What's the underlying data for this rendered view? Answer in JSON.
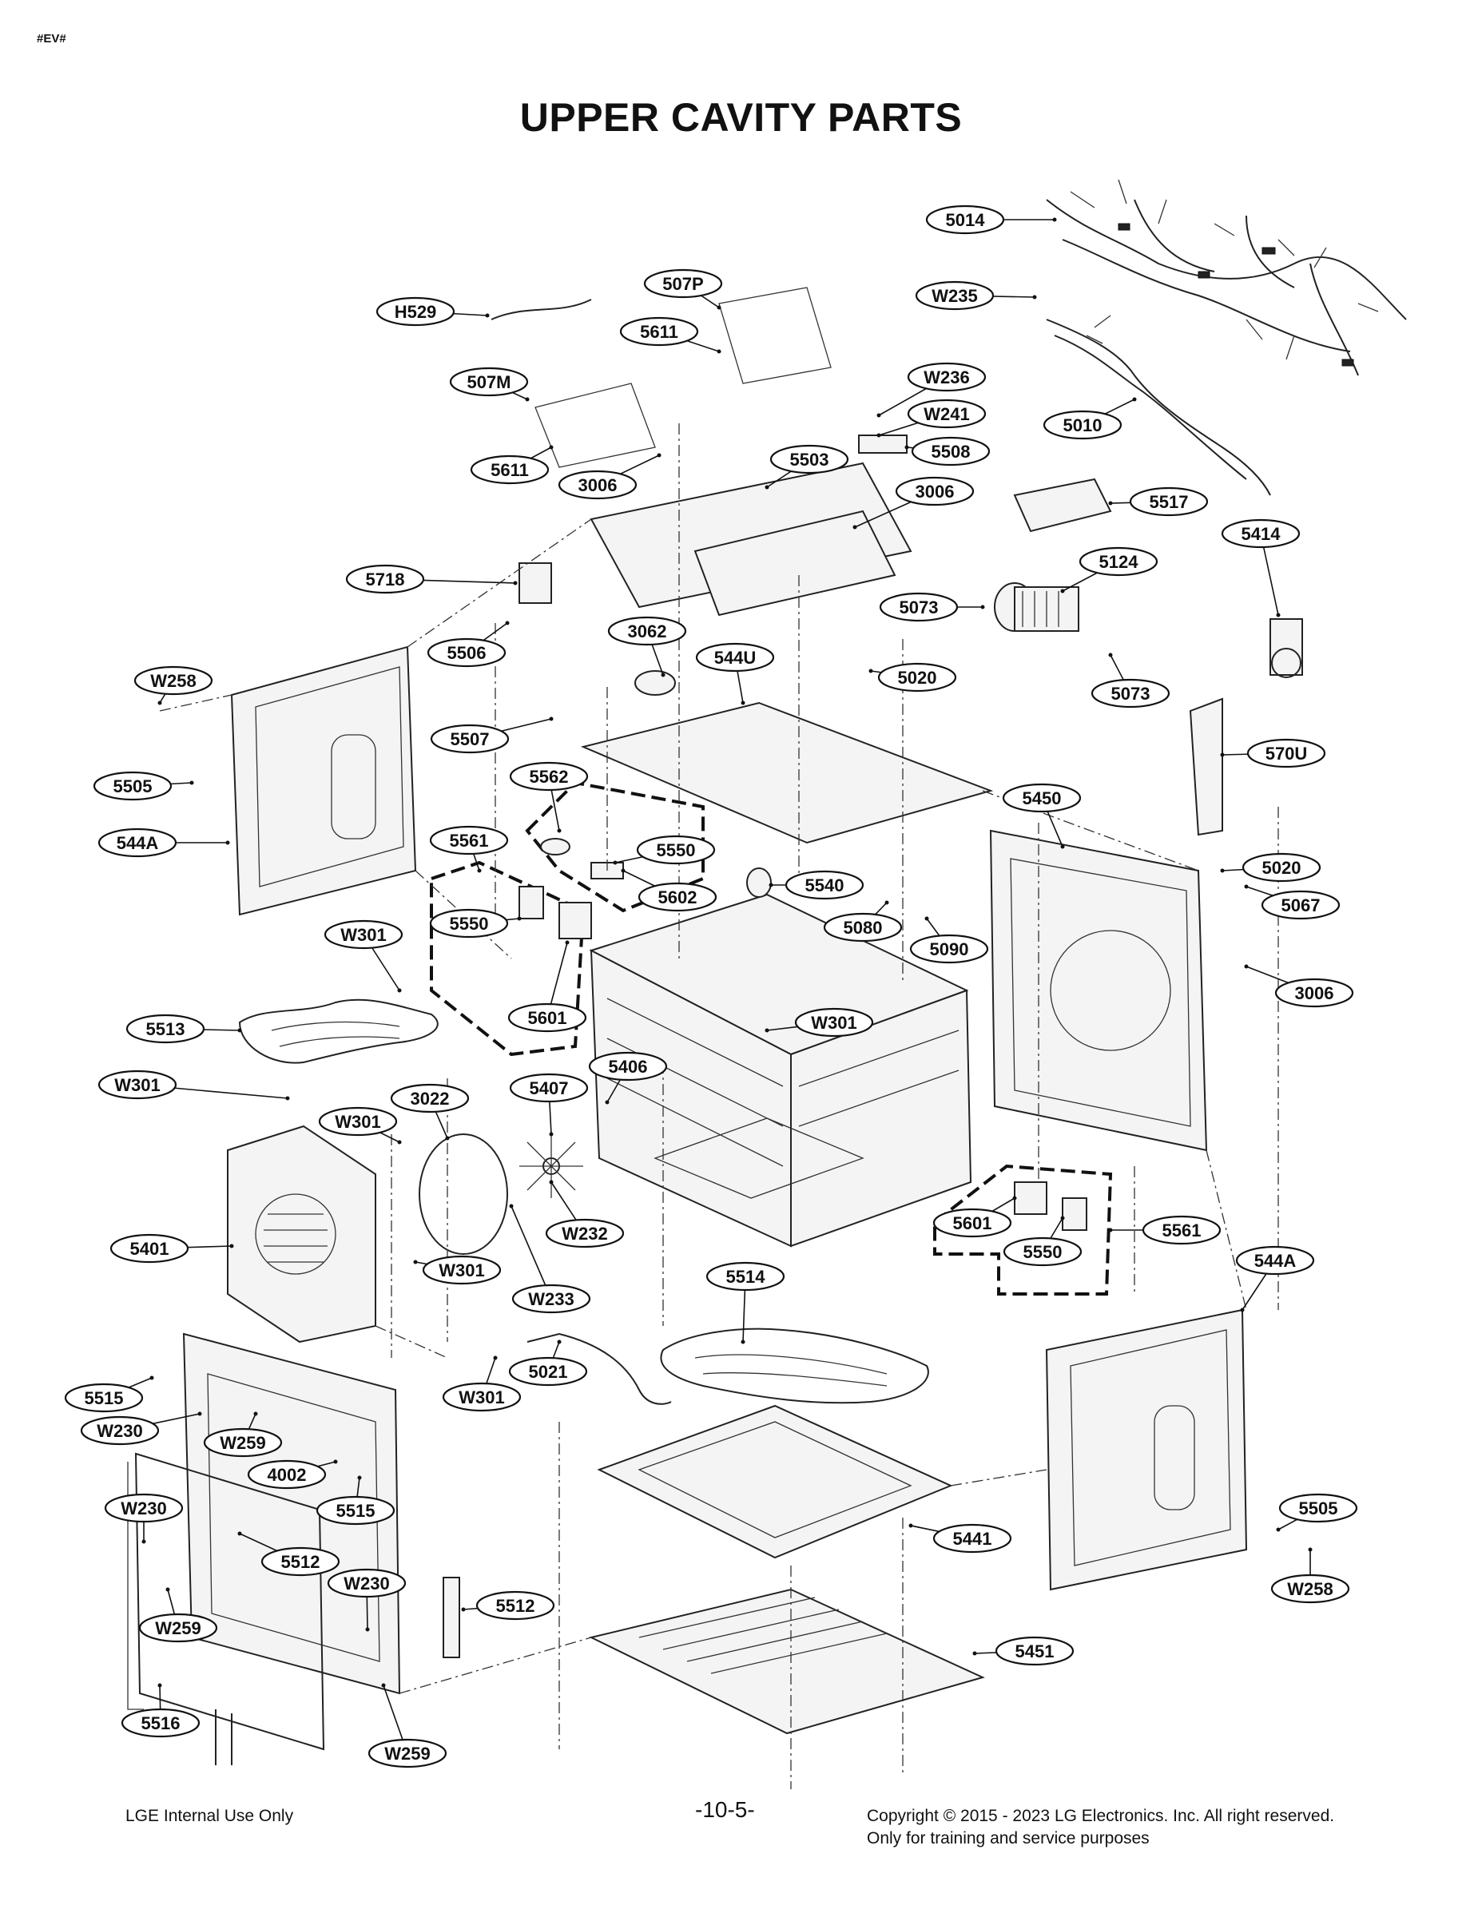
{
  "header": {
    "tag": "#EV#",
    "title": "UPPER CAVITY PARTS"
  },
  "footer": {
    "left": "LGE Internal Use Only",
    "page": "-10-5-",
    "copyright_line1": "Copyright © 2015 - 2023 LG Electronics. Inc. All right reserved.",
    "copyright_line2": "Only for training and service purposes"
  },
  "callouts": [
    {
      "id": "c01",
      "text": "5014"
    },
    {
      "id": "c02",
      "text": "507P"
    },
    {
      "id": "c03",
      "text": "H529"
    },
    {
      "id": "c04",
      "text": "W235"
    },
    {
      "id": "c05",
      "text": "5611"
    },
    {
      "id": "c06",
      "text": "507M"
    },
    {
      "id": "c07",
      "text": "W236"
    },
    {
      "id": "c08",
      "text": "W241"
    },
    {
      "id": "c09",
      "text": "5010"
    },
    {
      "id": "c10",
      "text": "5508"
    },
    {
      "id": "c11",
      "text": "5611"
    },
    {
      "id": "c12",
      "text": "5503"
    },
    {
      "id": "c13",
      "text": "3006"
    },
    {
      "id": "c14",
      "text": "3006"
    },
    {
      "id": "c15",
      "text": "5517"
    },
    {
      "id": "c16",
      "text": "5414"
    },
    {
      "id": "c17",
      "text": "5718"
    },
    {
      "id": "c18",
      "text": "5124"
    },
    {
      "id": "c19",
      "text": "5073"
    },
    {
      "id": "c20",
      "text": "3062"
    },
    {
      "id": "c21",
      "text": "5506"
    },
    {
      "id": "c22",
      "text": "544U"
    },
    {
      "id": "c23",
      "text": "5020"
    },
    {
      "id": "c24",
      "text": "5073"
    },
    {
      "id": "c25",
      "text": "W258"
    },
    {
      "id": "c26",
      "text": "5507"
    },
    {
      "id": "c27",
      "text": "570U"
    },
    {
      "id": "c28",
      "text": "5505"
    },
    {
      "id": "c29",
      "text": "5562"
    },
    {
      "id": "c30",
      "text": "5450"
    },
    {
      "id": "c31",
      "text": "544A"
    },
    {
      "id": "c32",
      "text": "5561"
    },
    {
      "id": "c33",
      "text": "5550"
    },
    {
      "id": "c34",
      "text": "5020"
    },
    {
      "id": "c35",
      "text": "5602"
    },
    {
      "id": "c36",
      "text": "5540"
    },
    {
      "id": "c37",
      "text": "5067"
    },
    {
      "id": "c38",
      "text": "5550"
    },
    {
      "id": "c39",
      "text": "W301"
    },
    {
      "id": "c40",
      "text": "5080"
    },
    {
      "id": "c41",
      "text": "5090"
    },
    {
      "id": "c42",
      "text": "3006"
    },
    {
      "id": "c43",
      "text": "5601"
    },
    {
      "id": "c44",
      "text": "W301"
    },
    {
      "id": "c45",
      "text": "5513"
    },
    {
      "id": "c46",
      "text": "5406"
    },
    {
      "id": "c47",
      "text": "W301"
    },
    {
      "id": "c48",
      "text": "5407"
    },
    {
      "id": "c49",
      "text": "3022"
    },
    {
      "id": "c50",
      "text": "W301"
    },
    {
      "id": "c51",
      "text": "5401"
    },
    {
      "id": "c52",
      "text": "W232"
    },
    {
      "id": "c53",
      "text": "W301"
    },
    {
      "id": "c54",
      "text": "5601"
    },
    {
      "id": "c55",
      "text": "5561"
    },
    {
      "id": "c56",
      "text": "5550"
    },
    {
      "id": "c57",
      "text": "544A"
    },
    {
      "id": "c58",
      "text": "5514"
    },
    {
      "id": "c59",
      "text": "W233"
    },
    {
      "id": "c60",
      "text": "5021"
    },
    {
      "id": "c61",
      "text": "5515"
    },
    {
      "id": "c62",
      "text": "W301"
    },
    {
      "id": "c63",
      "text": "W230"
    },
    {
      "id": "c64",
      "text": "W259"
    },
    {
      "id": "c65",
      "text": "4002"
    },
    {
      "id": "c66",
      "text": "5505"
    },
    {
      "id": "c67",
      "text": "W230"
    },
    {
      "id": "c68",
      "text": "5515"
    },
    {
      "id": "c69",
      "text": "5441"
    },
    {
      "id": "c70",
      "text": "5512"
    },
    {
      "id": "c71",
      "text": "W258"
    },
    {
      "id": "c72",
      "text": "W230"
    },
    {
      "id": "c73",
      "text": "5512"
    },
    {
      "id": "c74",
      "text": "W259"
    },
    {
      "id": "c75",
      "text": "5451"
    },
    {
      "id": "c76",
      "text": "5516"
    },
    {
      "id": "c77",
      "text": "W259"
    }
  ]
}
